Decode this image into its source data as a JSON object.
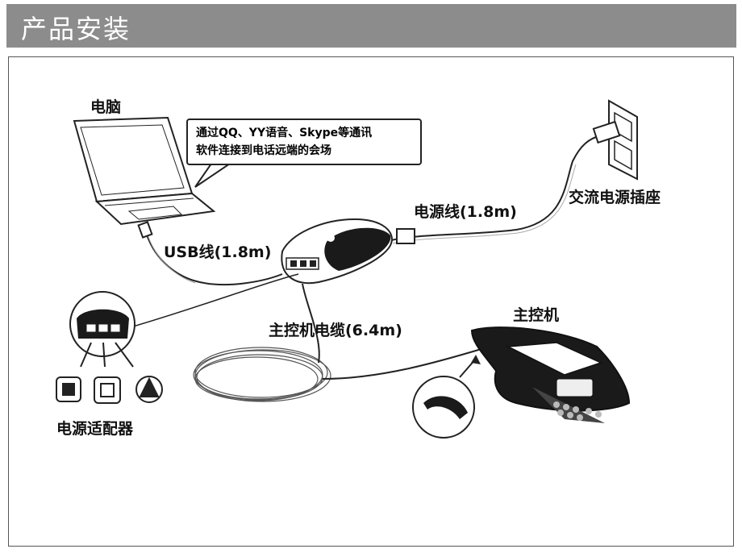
{
  "header": {
    "title": "产品安装"
  },
  "labels": {
    "computer": "电脑",
    "callout_line1": "通过QQ、YY语音、Skype等通讯",
    "callout_line2": "软件连接到电话远端的会场",
    "power_cable": "电源线(1.8m)",
    "outlet": "交流电源插座",
    "usb_cable": "USB线(1.8m)",
    "main_unit": "主控机",
    "main_cable": "主控机电缆(6.4m)",
    "adapter": "电源适配器"
  },
  "colors": {
    "header_bg": "#8c8c8c",
    "header_text": "#ffffff",
    "line": "#222222",
    "device_dark": "#1a1a1a"
  }
}
